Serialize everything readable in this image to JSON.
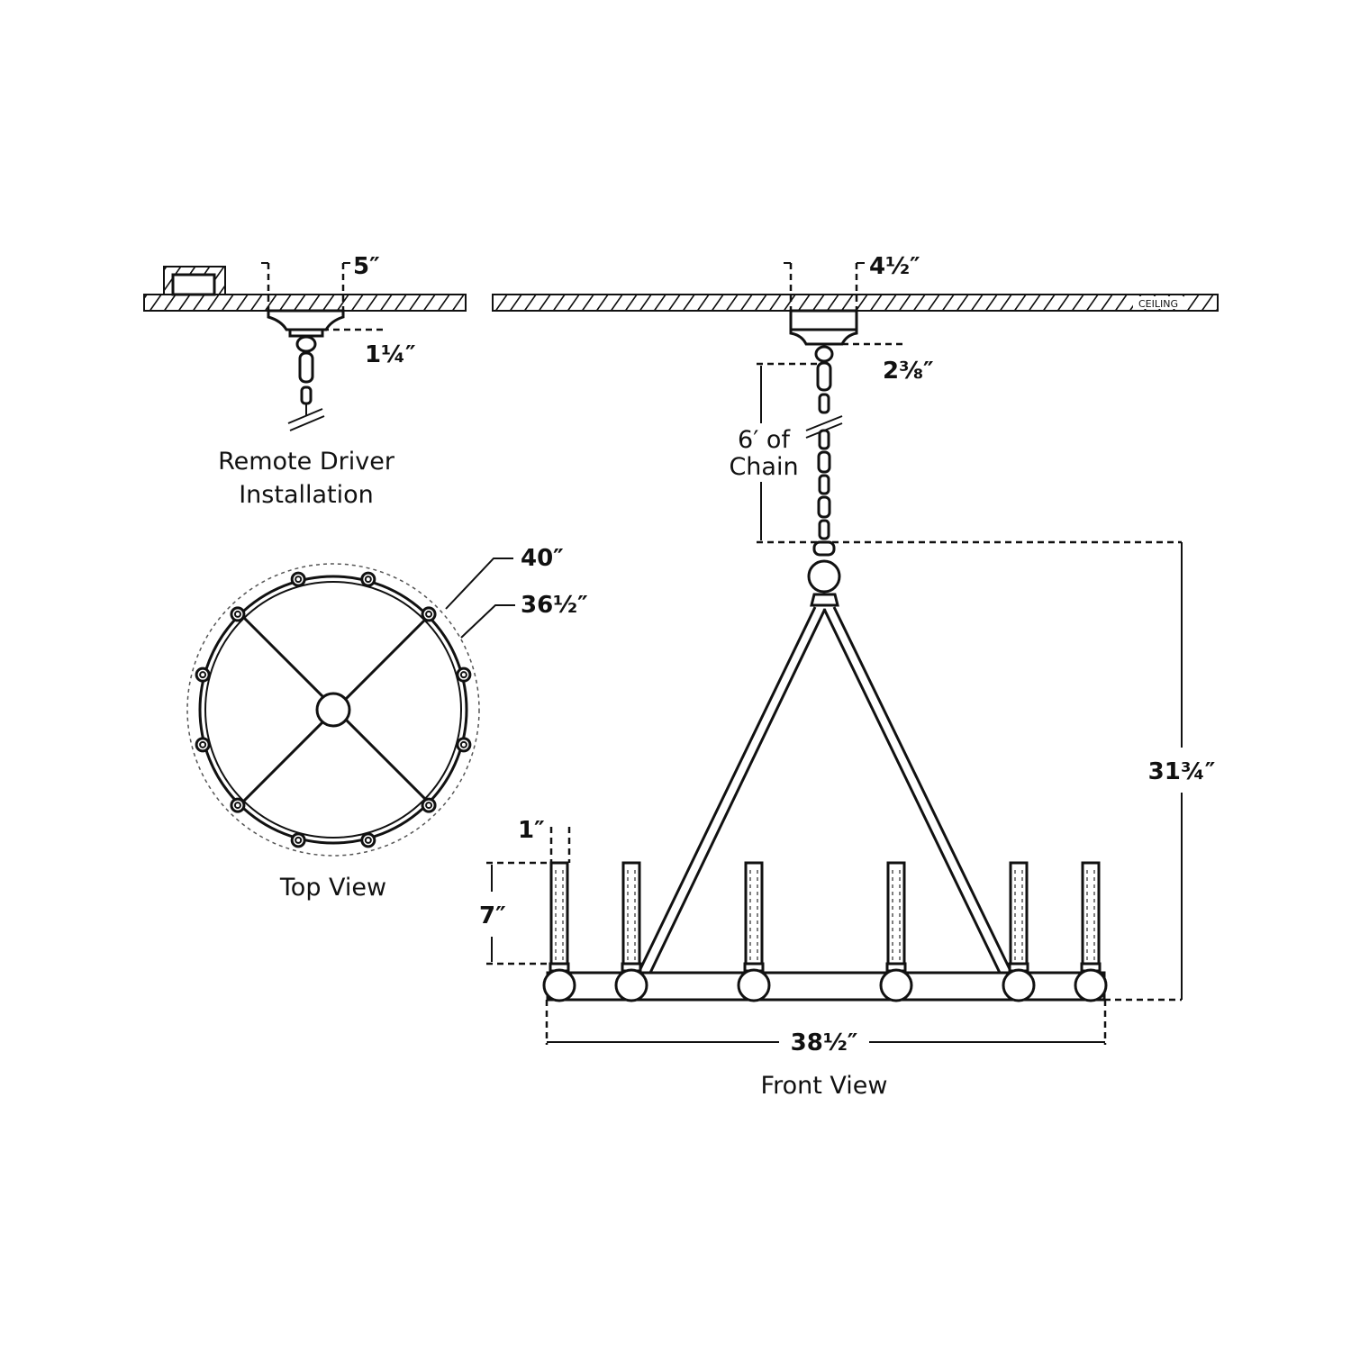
{
  "ceiling_label": "CEILING",
  "remote_driver": {
    "title_line1": "Remote Driver",
    "title_line2": "Installation",
    "canopy_width": "5″",
    "canopy_height": "1¼″"
  },
  "top_view": {
    "title": "Top View",
    "outer_diameter": "40″",
    "ring_diameter": "36½″"
  },
  "front_view": {
    "title": "Front View",
    "canopy_width": "4½″",
    "canopy_height": "2⅜″",
    "chain_line1": "6′ of",
    "chain_line2": "Chain",
    "fixture_height": "31¾″",
    "fixture_width": "38½″",
    "candle_width": "1″",
    "candle_height": "7″"
  }
}
